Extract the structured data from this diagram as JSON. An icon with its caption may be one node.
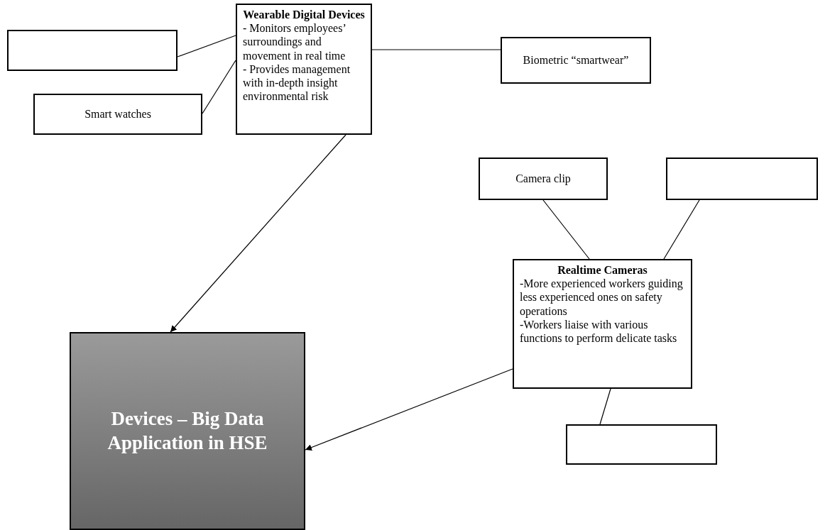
{
  "diagram": {
    "nodes": [
      {
        "text": [
          "Wearable Digital Devices",
          "- Monitors employees’ surroundings and movement in real time",
          "- Provides management with in-depth insight environmental risk"
        ]
      },
      {
        "text": [],
        "shape": "box"
      },
      {
        "text": [
          "Biometric “smartwear”"
        ]
      },
      {
        "text": [
          "Smart watches"
        ]
      },
      {
        "text": [
          "Camera clip"
        ]
      },
      {
        "text": [],
        "shape": "box"
      },
      {
        "text": [
          "Realtime Cameras",
          "-More experienced workers guiding less experienced ones on safety operations",
          "-Workers liaise with various functions to perform delicate tasks"
        ]
      },
      {
        "text": [
          "Devices – Big Data Application in HSE"
        ]
      },
      {
        "text": [],
        "shape": "box"
      }
    ],
    "edges": [
      {
        "from": 1,
        "to": 0,
        "arrow": "none"
      },
      {
        "from": 3,
        "to": 0,
        "arrow": "none"
      },
      {
        "from": 0,
        "to": 2,
        "arrow": "none"
      },
      {
        "from": 0,
        "to": 7,
        "arrow": "to"
      },
      {
        "from": 4,
        "to": 6,
        "arrow": "none"
      },
      {
        "from": 5,
        "to": 6,
        "arrow": "none"
      },
      {
        "from": 6,
        "to": 7,
        "arrow": "to"
      },
      {
        "from": 6,
        "to": 8,
        "arrow": "none"
      }
    ]
  }
}
